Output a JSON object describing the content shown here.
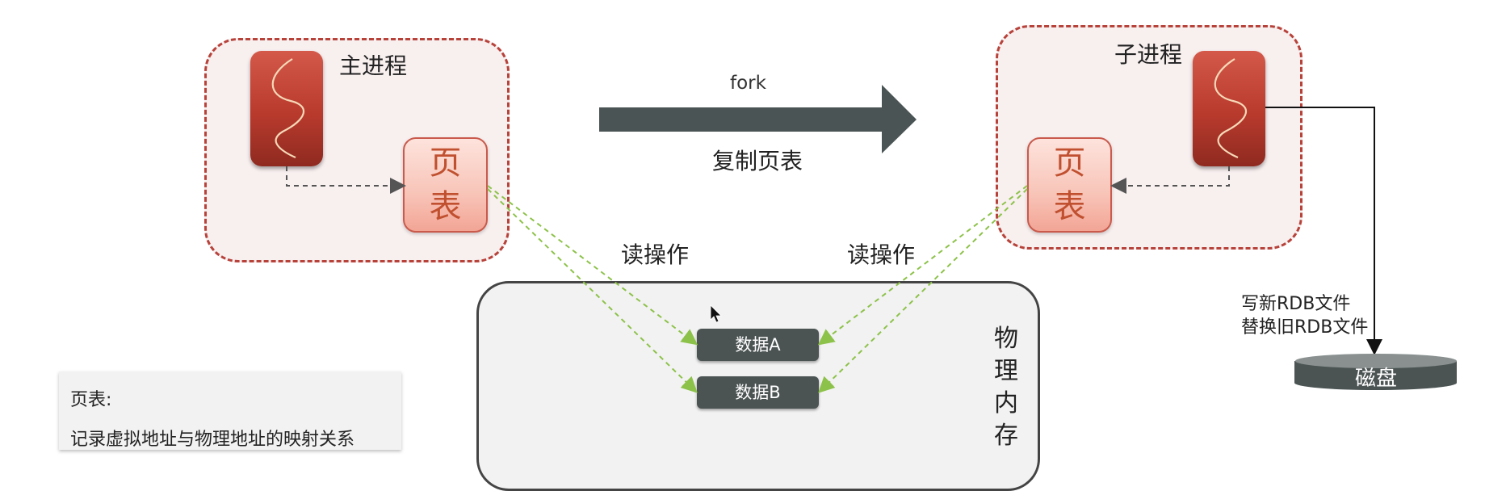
{
  "main_process": {
    "title": "主进程",
    "page_table_label": "页表"
  },
  "child_process": {
    "title": "子进程",
    "page_table_label": "页表"
  },
  "fork_arrow": {
    "top_label": "fork",
    "bottom_label": "复制页表"
  },
  "read_labels": {
    "left": "读操作",
    "right": "读操作"
  },
  "memory": {
    "title": "物理内存",
    "items": [
      "数据A",
      "数据B"
    ]
  },
  "disk": {
    "write_note_line1": "写新RDB文件",
    "write_note_line2": "替换旧RDB文件",
    "label": "磁盘"
  },
  "legend": {
    "title": "页表:",
    "description": "记录虚拟地址与物理地址的映射关系"
  },
  "colors": {
    "process_border": "#b7423a",
    "process_fill": "#f8efef",
    "dashed_link": "#8dc24a",
    "arrow_fill": "#4b5454",
    "data_fill": "#4b5353"
  }
}
